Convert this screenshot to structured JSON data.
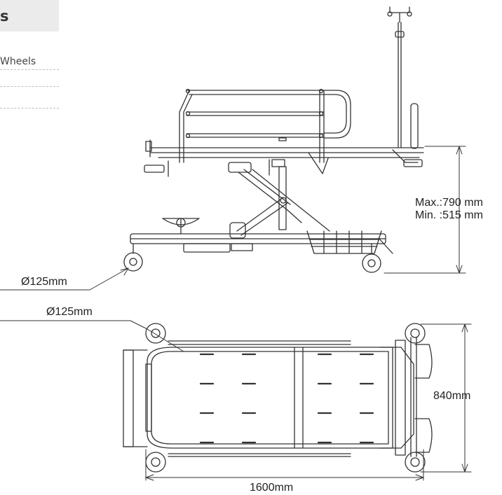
{
  "sidebar": {
    "heading": "s",
    "items": [
      {
        "label": "Wheels"
      },
      {
        "label": ""
      },
      {
        "label": ""
      }
    ]
  },
  "side_view": {
    "height_max": "Max.:790 mm",
    "height_min": "Min. :515 mm",
    "wheel_diameter": "Ø125mm"
  },
  "top_view": {
    "wheel_diameter": "Ø125mm",
    "width": "840mm",
    "length": "1600mm"
  },
  "colors": {
    "line": "#333333",
    "tab_bg": "#ebebeb",
    "divider": "#bdbdbd"
  }
}
